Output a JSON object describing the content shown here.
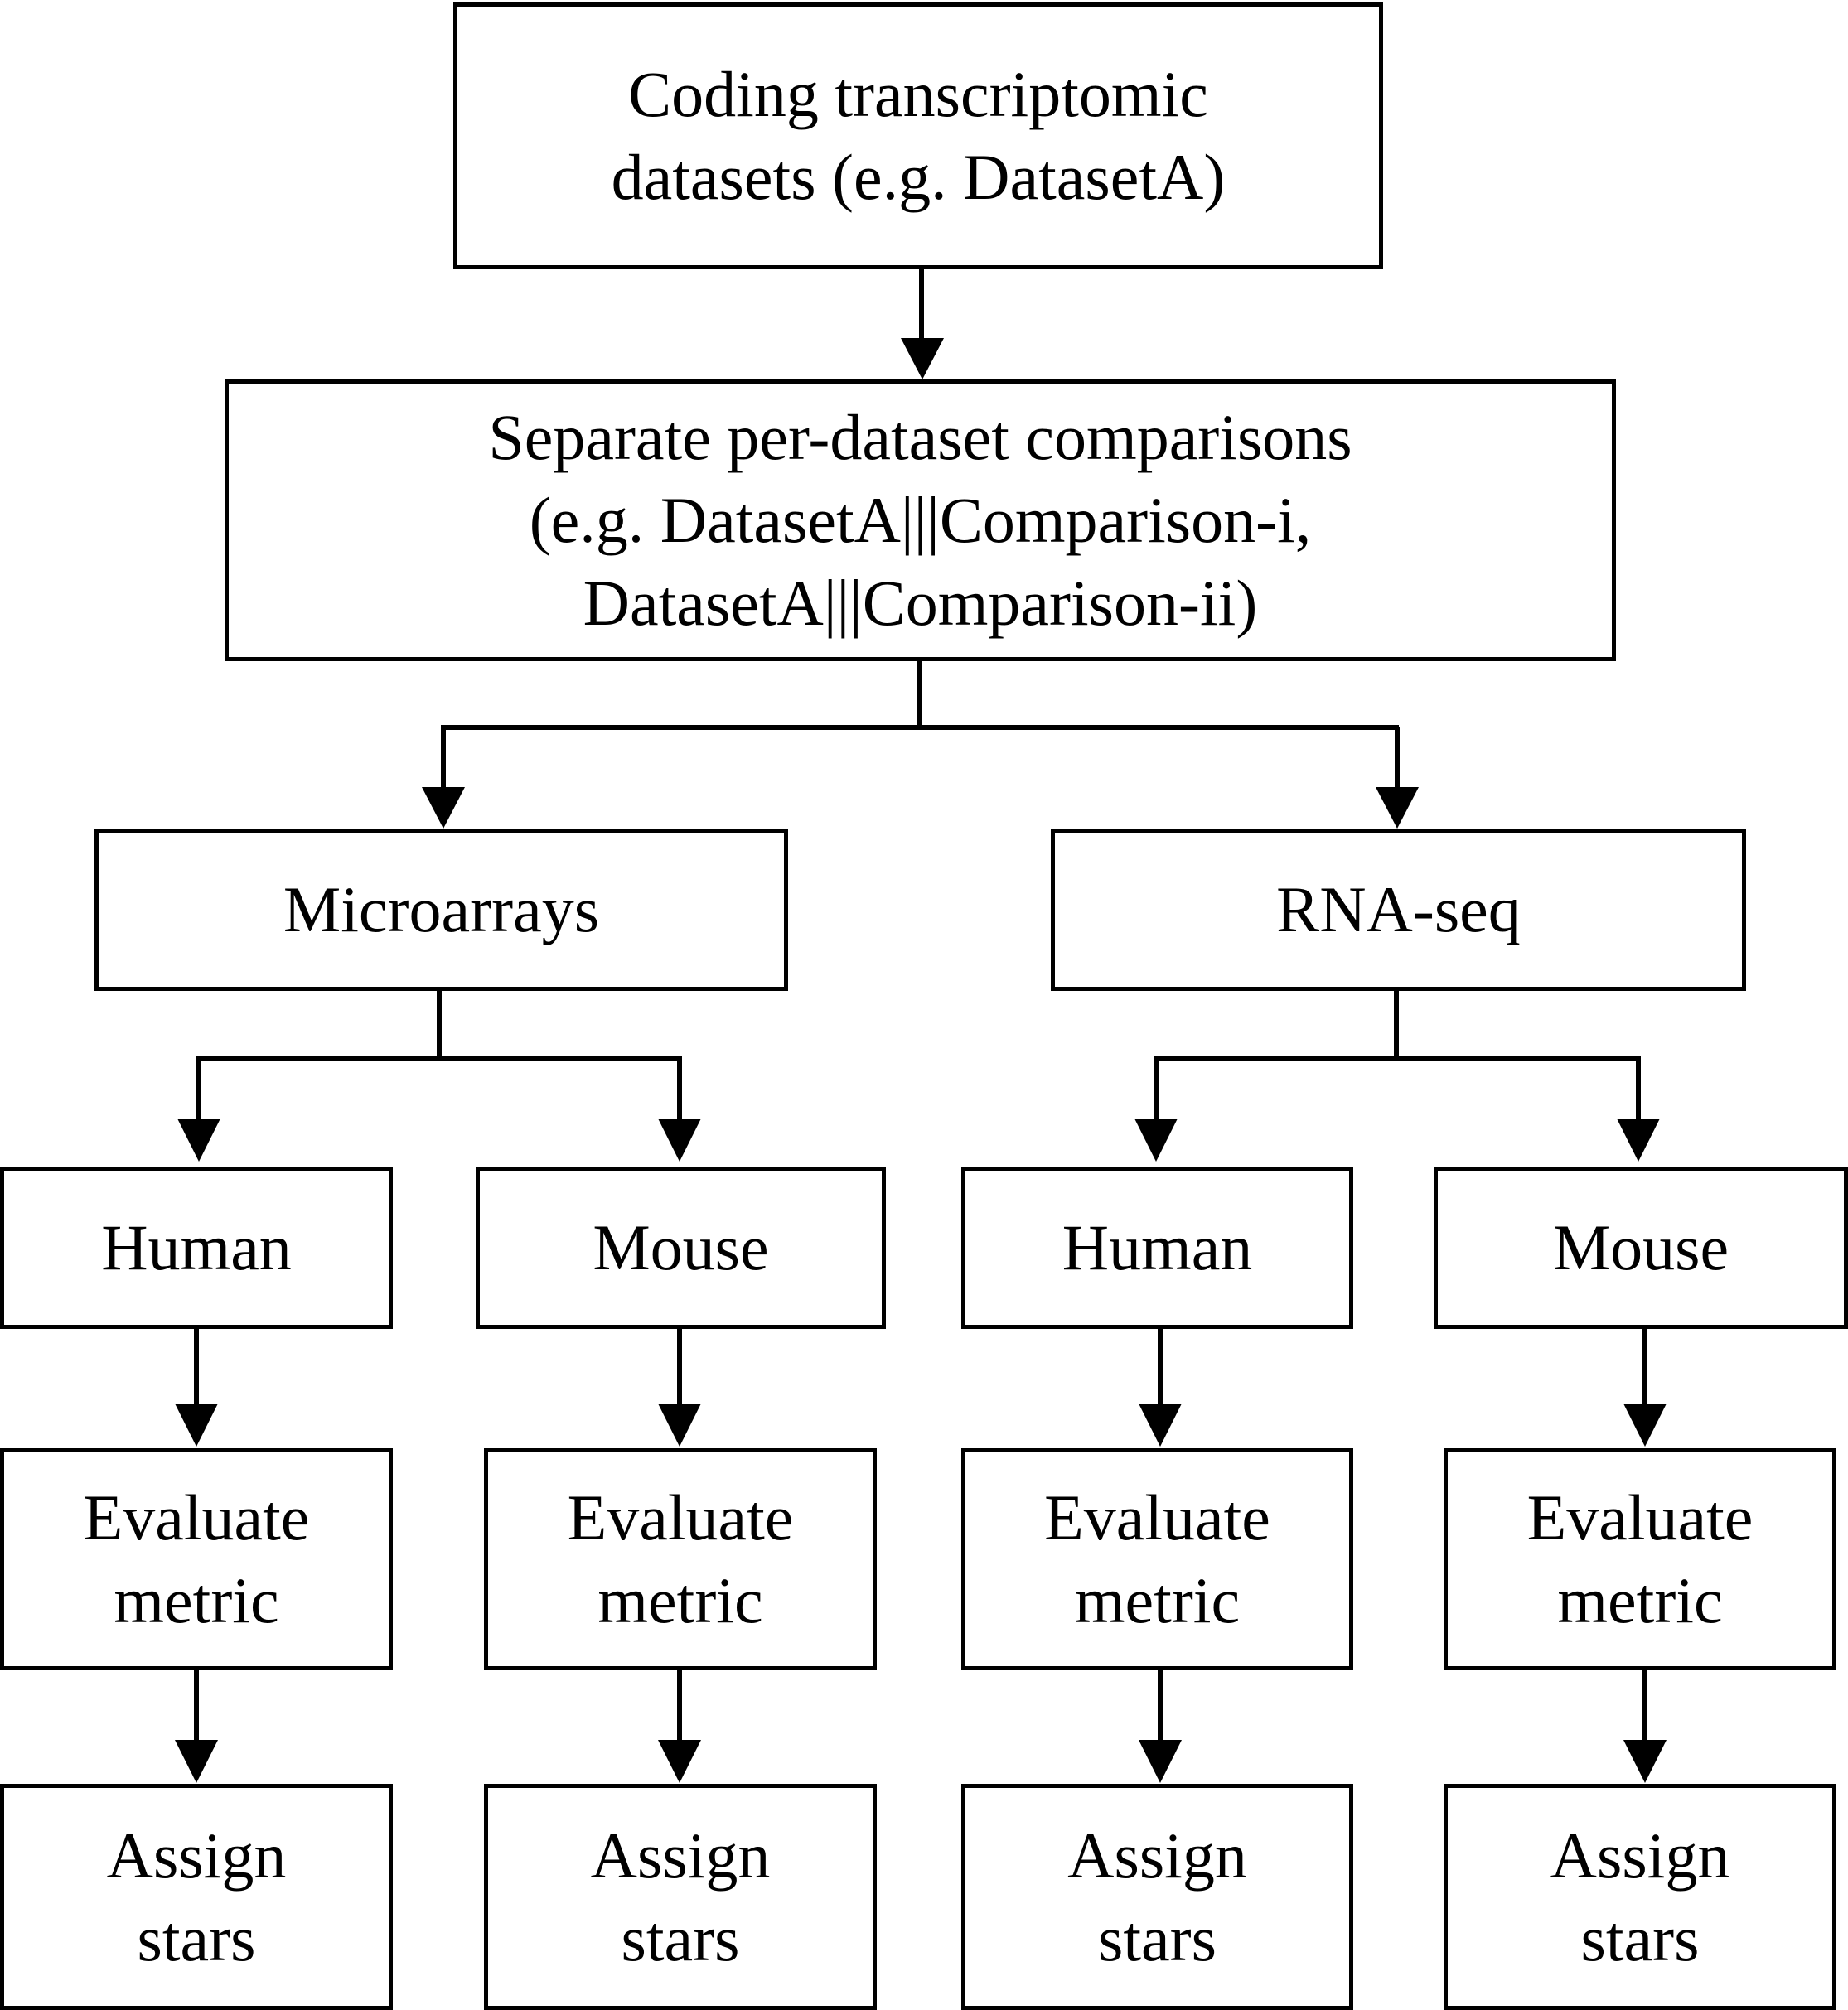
{
  "diagram": {
    "colors": {
      "stroke": "#000000",
      "fill": "#ffffff",
      "text": "#000000"
    },
    "top": {
      "lines": [
        "Coding transcriptomic",
        "datasets (e.g. DatasetA)"
      ]
    },
    "comparisons": {
      "lines": [
        "Separate per-dataset comparisons",
        "(e.g. DatasetA|||Comparison-i,",
        "DatasetA|||Comparison-ii)"
      ]
    },
    "platforms": [
      {
        "label": "Microarrays"
      },
      {
        "label": "RNA-seq"
      }
    ],
    "columns": [
      {
        "species": "Human",
        "evaluate": [
          "Evaluate",
          "metric"
        ],
        "assign": [
          "Assign",
          "stars"
        ]
      },
      {
        "species": "Mouse",
        "evaluate": [
          "Evaluate",
          "metric"
        ],
        "assign": [
          "Assign",
          "stars"
        ]
      },
      {
        "species": "Human",
        "evaluate": [
          "Evaluate",
          "metric"
        ],
        "assign": [
          "Assign",
          "stars"
        ]
      },
      {
        "species": "Mouse",
        "evaluate": [
          "Evaluate",
          "metric"
        ],
        "assign": [
          "Assign",
          "stars"
        ]
      }
    ]
  }
}
